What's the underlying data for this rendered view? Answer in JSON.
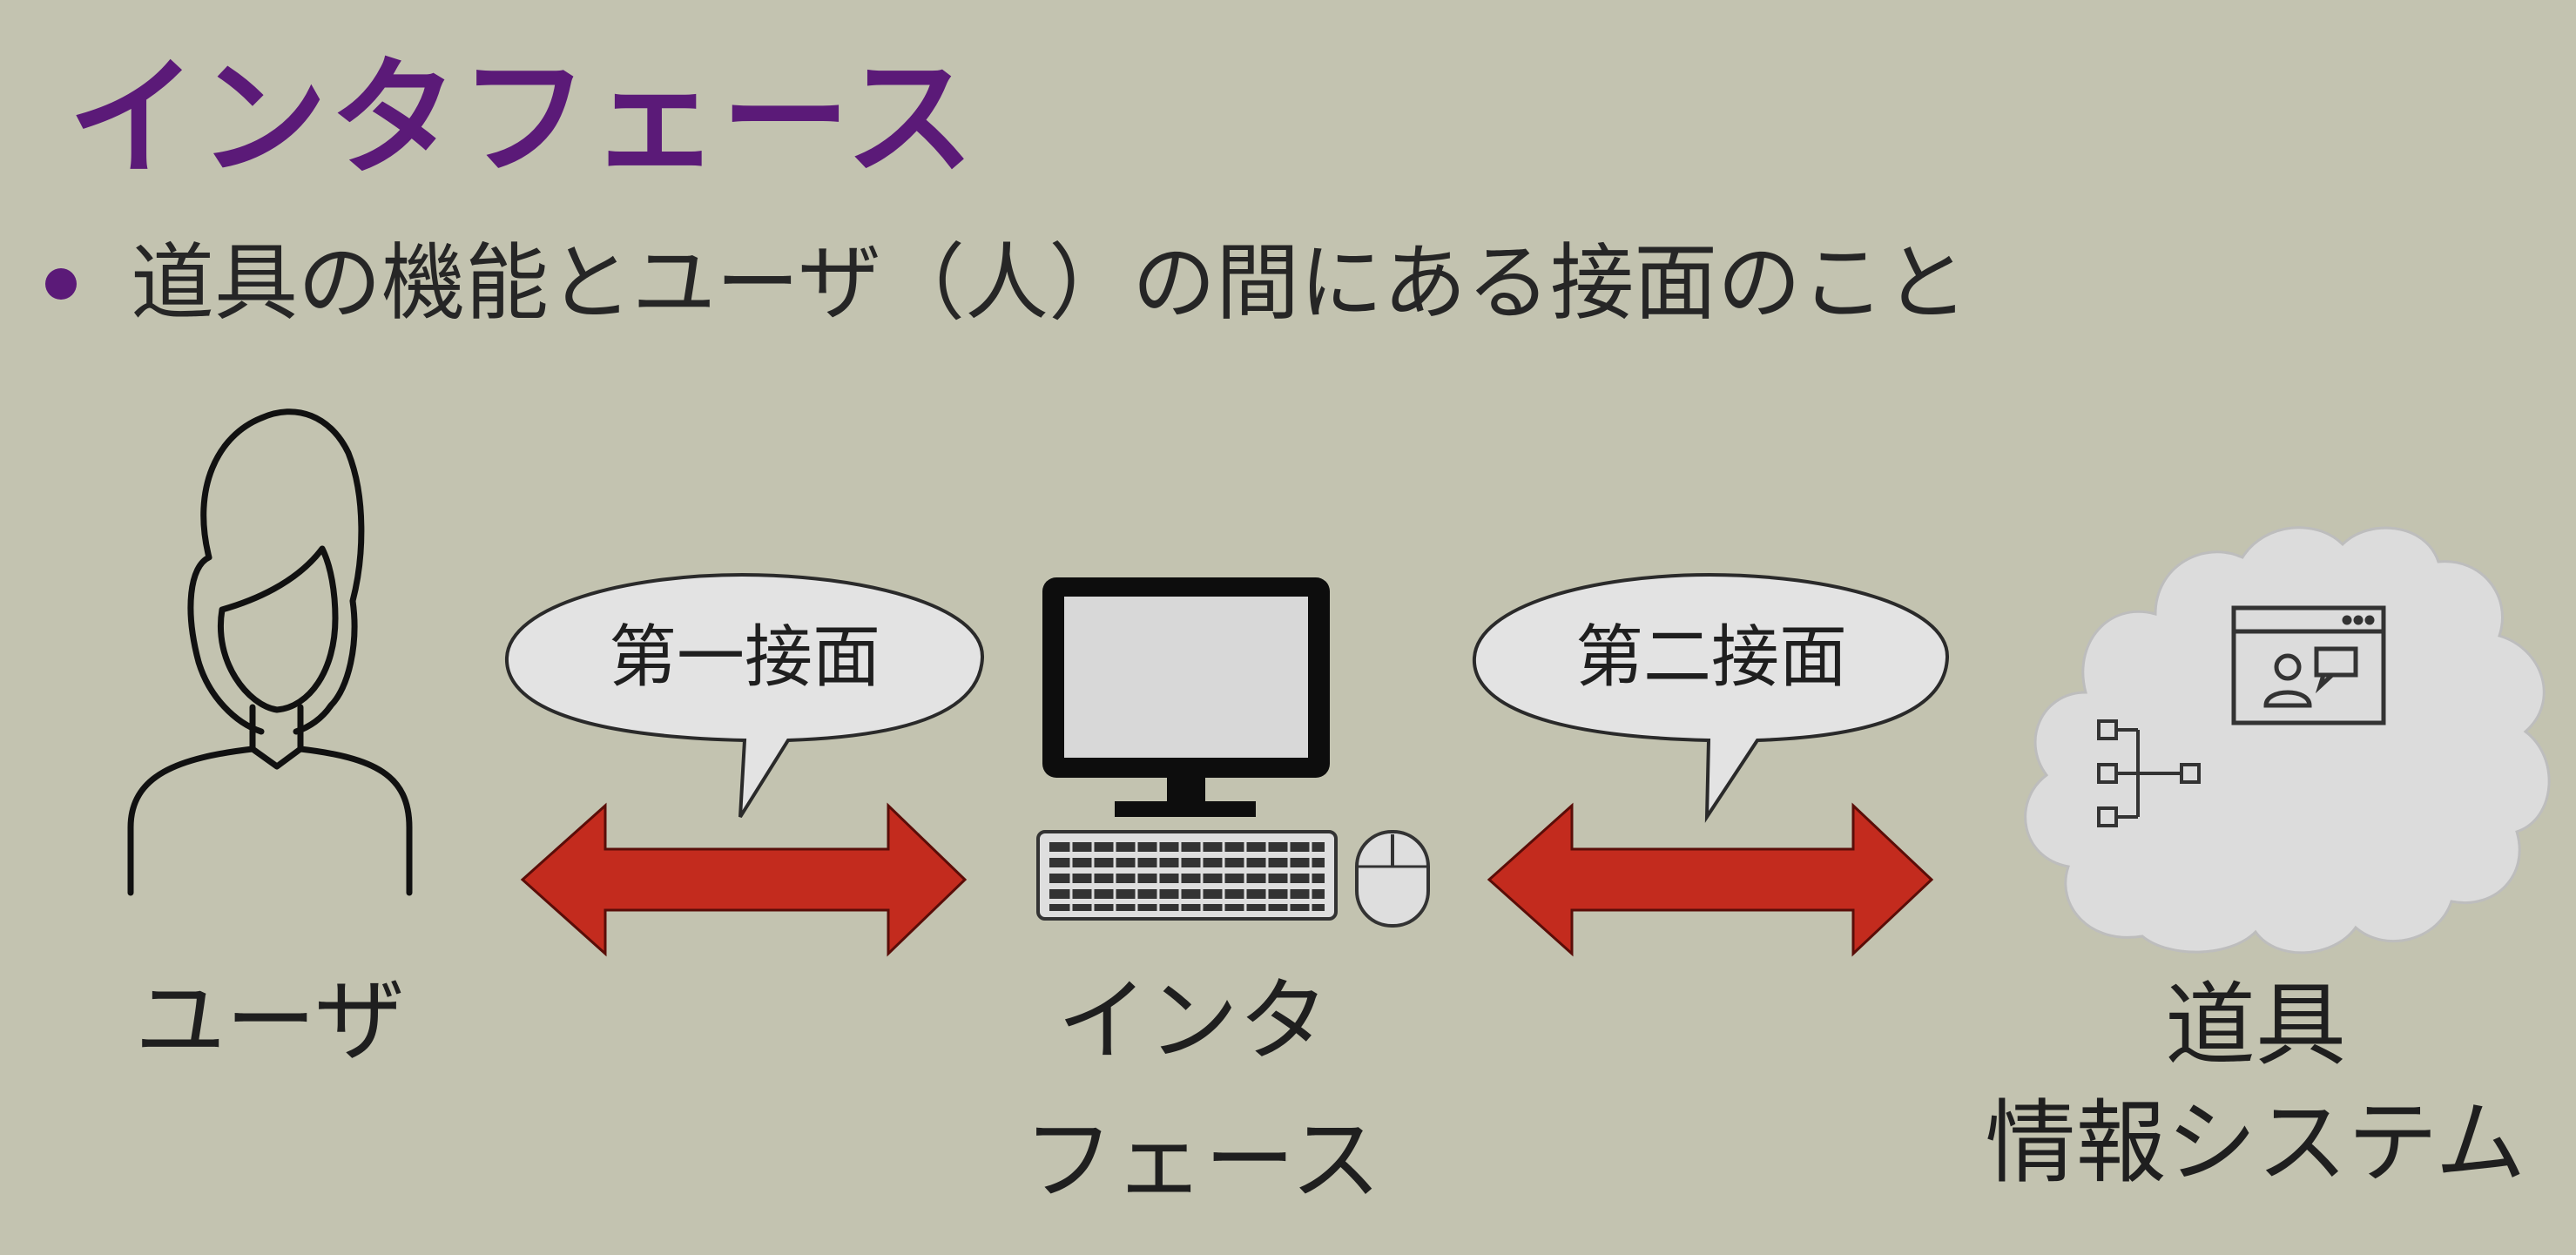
{
  "slide": {
    "title": "インタフェース",
    "bullet": "道具の機能とユーザ（人）の間にある接面のこと"
  },
  "diagram": {
    "user_label": "ユーザ",
    "interface_label_line1": "インタ",
    "interface_label_line2": "フェース",
    "tool_label_line1": "道具",
    "tool_label_line2": "情報システム",
    "bubble_first": "第一接面",
    "bubble_second": "第二接面"
  },
  "colors": {
    "background": "#c3c3b0",
    "title": "#5b1a78",
    "arrow": "#c32b1e",
    "icon_stroke": "#111111",
    "bubble_fill": "#e3e3e3",
    "cloud_fill": "#dddddd"
  },
  "icons": [
    "person-icon",
    "computer-icon",
    "keyboard-icon",
    "mouse-icon",
    "cloud-icon",
    "browser-window-icon",
    "sitemap-icon"
  ]
}
